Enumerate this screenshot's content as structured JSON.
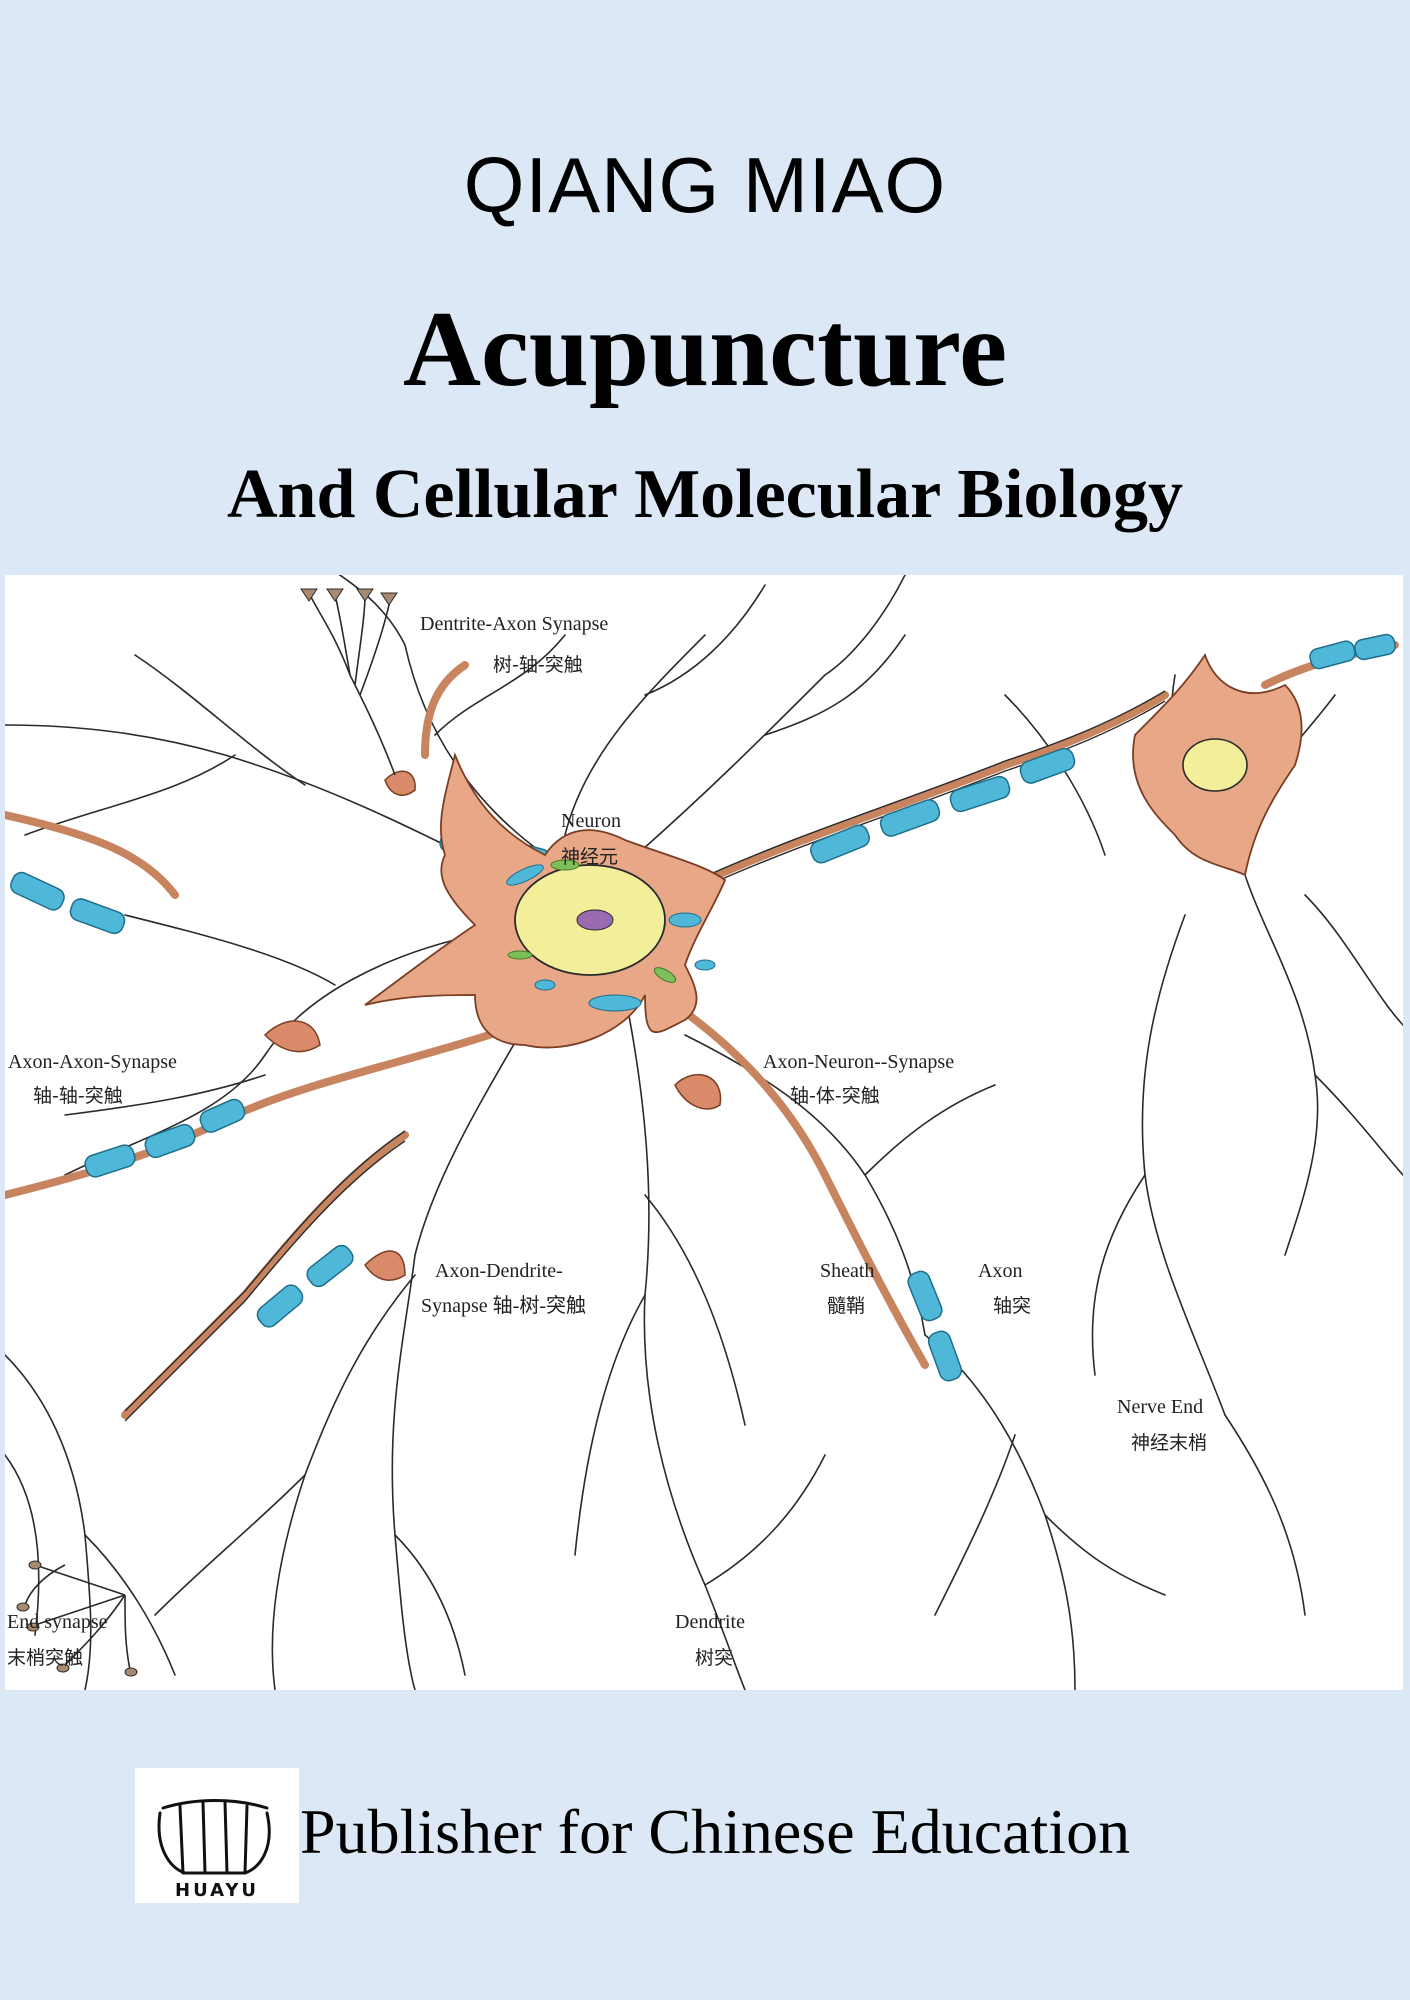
{
  "cover": {
    "author": "QIANG MIAO",
    "title": "Acupuncture",
    "subtitle": "And Cellular Molecular Biology"
  },
  "diagram": {
    "labels": {
      "dentrite_axon_synapse_en": "Dentrite-Axon Synapse",
      "dentrite_axon_synapse_cn": "树-轴-突触",
      "neuron_en": "Neuron",
      "neuron_cn": "神经元",
      "axon_axon_synapse_en": "Axon-Axon-Synapse",
      "axon_axon_synapse_cn": "轴-轴-突触",
      "axon_neuron_synapse_en": "Axon-Neuron--Synapse",
      "axon_neuron_synapse_cn": "轴-体-突触",
      "axon_dendrite_synapse_en": "Axon-Dendrite-",
      "axon_dendrite_synapse_en2": "Synapse 轴-树-突触",
      "sheath_en": "Sheath",
      "sheath_cn": "髓鞘",
      "axon_en": "Axon",
      "axon_cn": "轴突",
      "nerve_end_en": "Nerve End",
      "nerve_end_cn": "神经末梢",
      "end_synapse_en": "End synapse",
      "end_synapse_cn": "末梢突触",
      "dendrite_en": "Dendrite",
      "dendrite_cn": "树突"
    },
    "colors": {
      "cell_body": "#e8a888",
      "myelin": "#4fb8d8",
      "nucleus": "#f2ee9a",
      "line": "#2a2a2a"
    }
  },
  "publisher": {
    "logo_text": "HUAYU",
    "name": "Publisher for Chinese Education"
  }
}
